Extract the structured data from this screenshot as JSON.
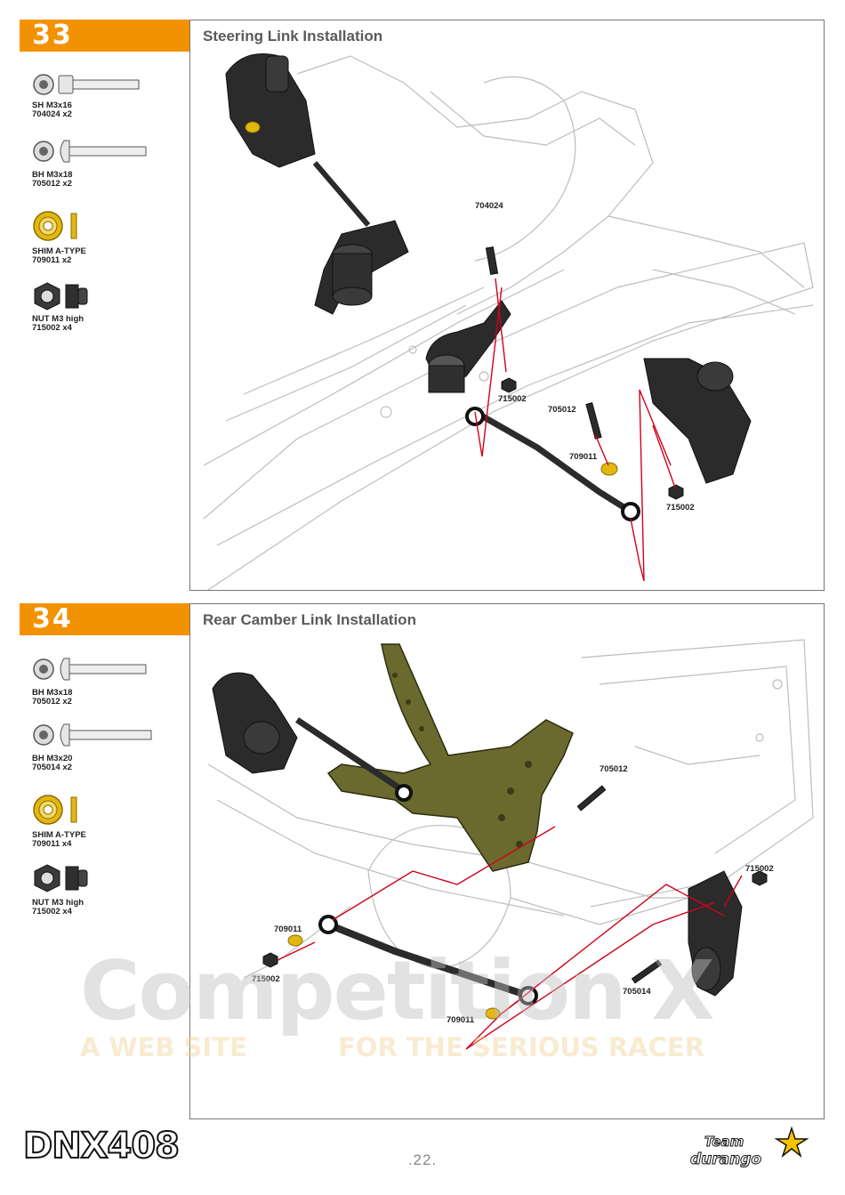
{
  "steps": [
    {
      "number": "33",
      "title": "Steering Link Installation",
      "parts": [
        {
          "name": "SH M3x16",
          "code": "704024 x2",
          "icon": "socket-head-screw-icon"
        },
        {
          "name": "BH M3x18",
          "code": "705012 x2",
          "icon": "button-head-screw-icon"
        },
        {
          "name": "SHIM A-TYPE",
          "code": "709011 x2",
          "icon": "shim-icon"
        },
        {
          "name": "NUT M3 high",
          "code": "715002 x4",
          "icon": "lock-nut-icon"
        }
      ],
      "callouts": [
        "704024",
        "715002",
        "705012",
        "709011",
        "715002"
      ]
    },
    {
      "number": "34",
      "title": "Rear Camber Link Installation",
      "parts": [
        {
          "name": "BH M3x18",
          "code": "705012 x2",
          "icon": "button-head-screw-icon"
        },
        {
          "name": "BH M3x20",
          "code": "705014 x2",
          "icon": "button-head-screw-icon"
        },
        {
          "name": "SHIM A-TYPE",
          "code": "709011 x4",
          "icon": "shim-icon"
        },
        {
          "name": "NUT M3 high",
          "code": "715002 x4",
          "icon": "lock-nut-icon"
        }
      ],
      "callouts": [
        "705012",
        "715002",
        "709011",
        "715002",
        "705014",
        "709011"
      ]
    }
  ],
  "footer": {
    "model": "DNX408",
    "page": ".22.",
    "brand_top": "Team",
    "brand_bottom": "durango"
  },
  "watermark": {
    "main": "Competition X",
    "left": "A WEB SITE",
    "right": "FOR THE SERIOUS RACER"
  },
  "colors": {
    "accent": "#f39200",
    "highlight_line": "#d0021b",
    "shim_gold": "#e2b70f",
    "part_dark": "#2b2b2b",
    "tower_olive": "#6b6a2e"
  }
}
